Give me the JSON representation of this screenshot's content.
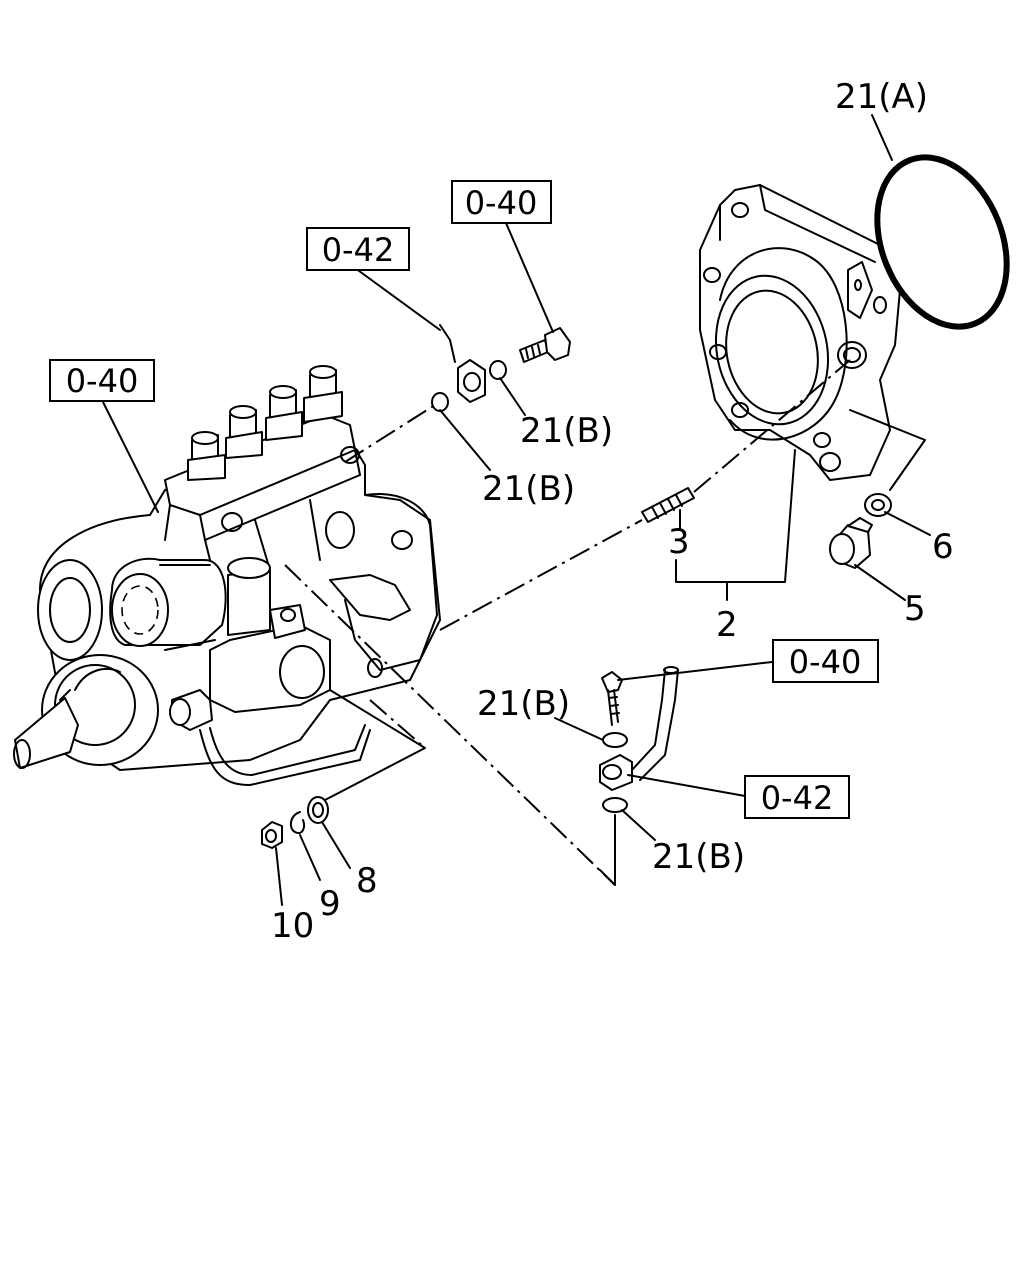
{
  "refs": {
    "ref_top": "0-40",
    "ref_left": "0-40",
    "ref_fitting": "0-42",
    "ref_bolt": "0-40",
    "ref_pipe": "0-42"
  },
  "labels": {
    "ring_a": "21(A)",
    "washer_b1": "21(B)",
    "washer_b2": "21(B)",
    "washer_b3": "21(B)",
    "washer_b4": "21(B)",
    "stud": "3",
    "flange": "2",
    "plug": "5",
    "gasket": "6",
    "washer_8": "8",
    "clip_9": "9",
    "nut_10": "10"
  }
}
